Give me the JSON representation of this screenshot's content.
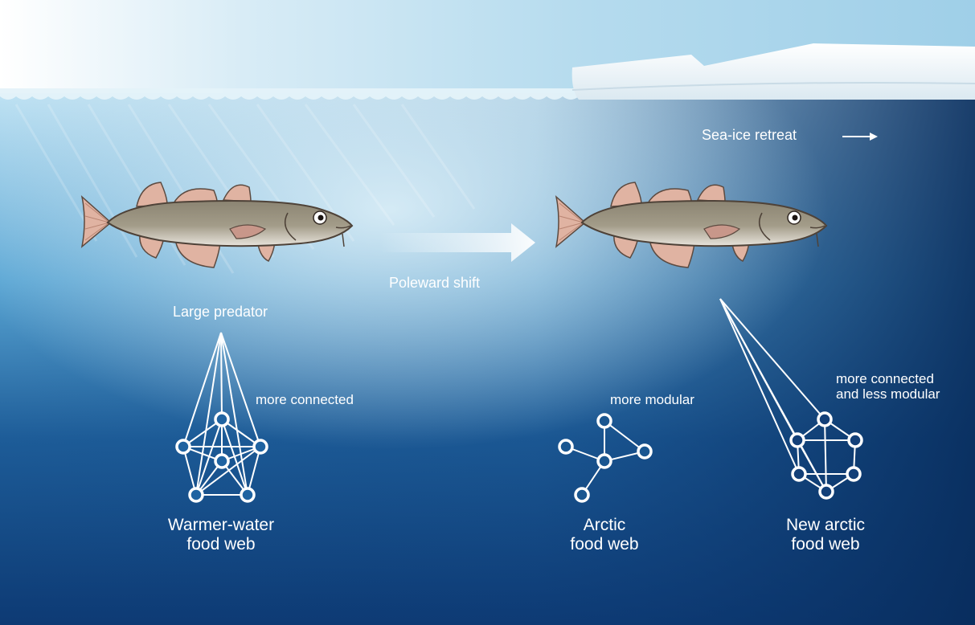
{
  "labels": {
    "sea_ice_retreat": "Sea-ice retreat",
    "poleward_shift": "Poleward shift",
    "large_predator": "Large predator",
    "warm_more_connected": "more connected",
    "arctic_more_modular": "more modular",
    "new_more_connected_line1": "more connected",
    "new_more_connected_line2": "and less modular",
    "warm_web_line1": "Warmer-water",
    "warm_web_line2": "food web",
    "arctic_web_line1": "Arctic",
    "arctic_web_line2": "food web",
    "new_web_line1": "New arctic",
    "new_web_line2": "food web"
  },
  "colors": {
    "sky_light": "#ffffff",
    "sky_blue": "#a9d4ea",
    "water_light": "#c9e6f4",
    "water_mid": "#3f8fc4",
    "water_deep": "#0b3770",
    "ice": "#f4f9fc",
    "fish_body": "#9c9582",
    "fish_fin": "#e0b3a2",
    "node_stroke": "#ffffff"
  },
  "icons": {
    "arrow": "right-arrow-icon",
    "fish": "cod-fish-icon",
    "network": "food-web-network-icon"
  }
}
